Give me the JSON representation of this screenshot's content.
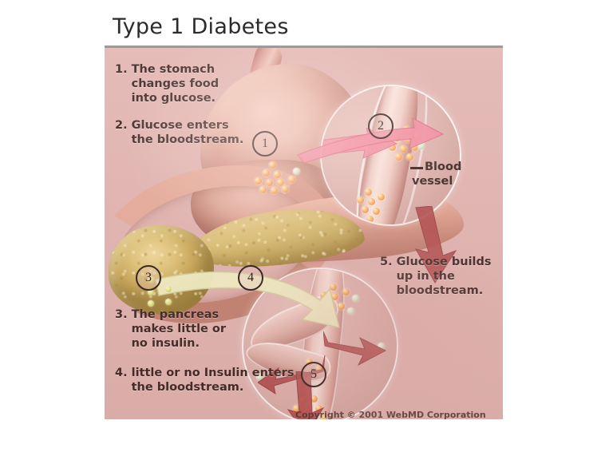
{
  "slide": {
    "title": "Type 1 Diabetes",
    "background_color": "#ffffff"
  },
  "figure": {
    "background_color": "#e2b4b0",
    "border_color": "#9b9b9b",
    "steps": [
      {
        "number": "1.",
        "text": "The stomach changes food into glucose."
      },
      {
        "number": "2.",
        "text": "Glucose enters the bloodstream."
      },
      {
        "number": "3.",
        "text": "The pancreas makes little or no insulin."
      },
      {
        "number": "4.",
        "text": "little or no Insulin enters the bloodstream."
      },
      {
        "number": "5.",
        "text": "Glucose builds up in the bloodstream."
      }
    ],
    "callout": {
      "label_line1": "Blood",
      "label_line2": "vessel"
    },
    "markers": [
      {
        "id": "1",
        "label": "1"
      },
      {
        "id": "2",
        "label": "2"
      },
      {
        "id": "3",
        "label": "3"
      },
      {
        "id": "4",
        "label": "4"
      },
      {
        "id": "5",
        "label": "5"
      }
    ],
    "credit": "Copyright © 2001 WebMD Corporation",
    "palette": {
      "plate_pink": "#e2b4b0",
      "stomach": "#e0a08f",
      "pancreas": "#d9bc6d",
      "glucose_orange": "#e8772f",
      "insulin_yellow": "#e6ea86",
      "arrow_pink": "#f28d9e",
      "arrow_dark_red": "#b04a4a",
      "arrow_pale_yellow": "#f2f0c4",
      "marker_outline": "#2c1a18",
      "text": "#3a2320"
    }
  }
}
